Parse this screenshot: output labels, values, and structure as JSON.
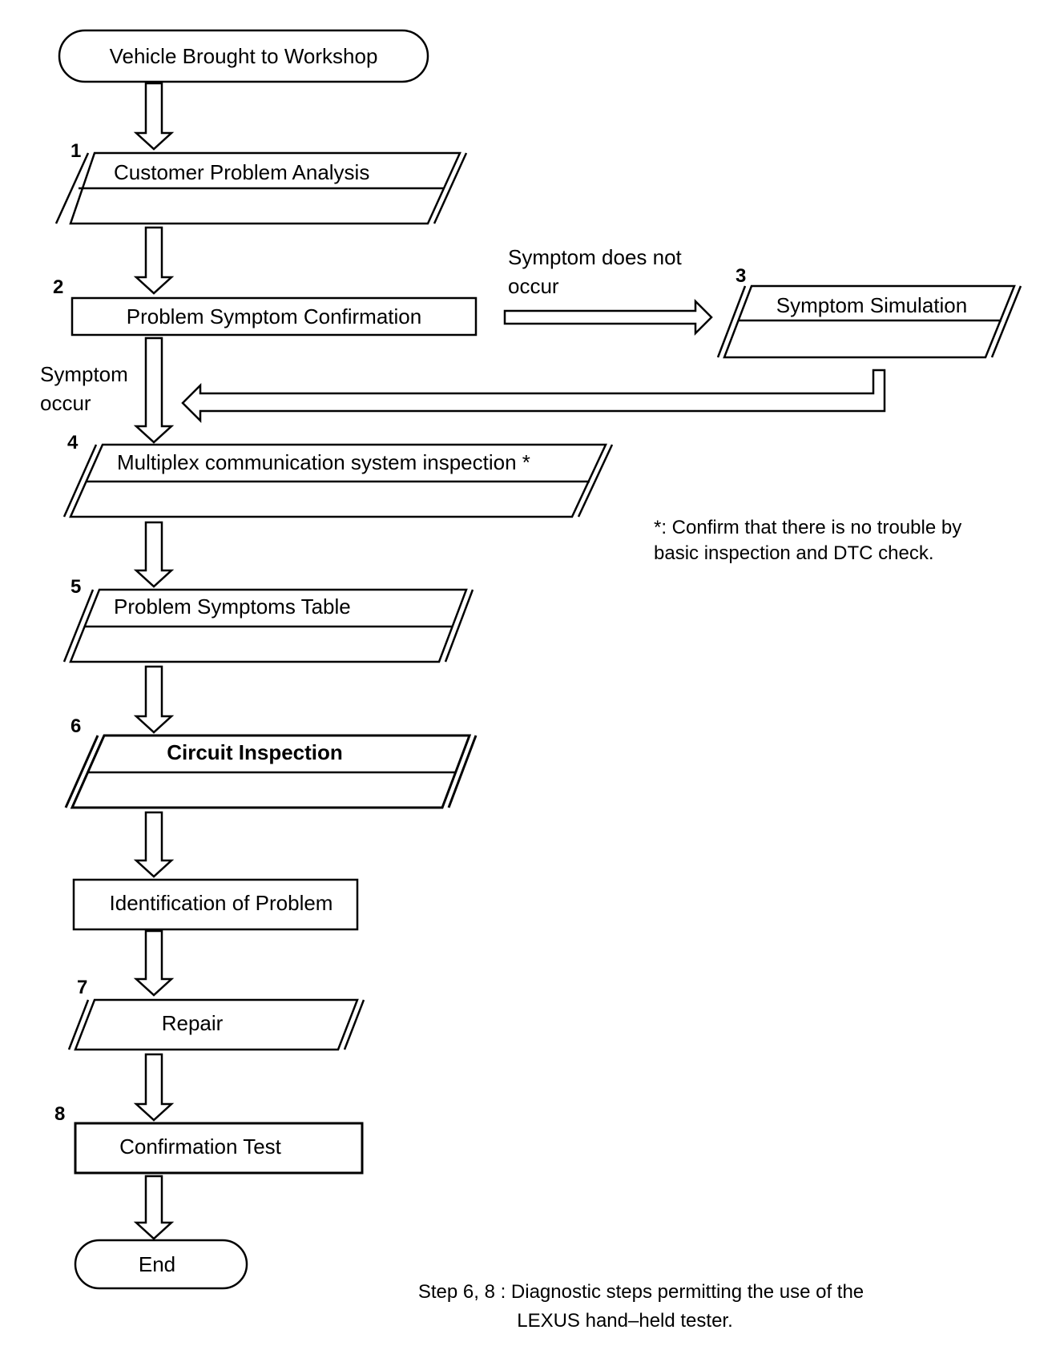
{
  "start": {
    "label": "Vehicle Brought to Workshop"
  },
  "steps": {
    "s1": {
      "number": "1",
      "label": "Customer Problem Analysis"
    },
    "s2": {
      "number": "2",
      "label": "Problem Symptom Confirmation"
    },
    "s3": {
      "number": "3",
      "label": "Symptom Simulation"
    },
    "s4": {
      "number": "4",
      "label": "Multiplex communication system inspection *"
    },
    "s5": {
      "number": "5",
      "label": "Problem Symptoms Table"
    },
    "s6": {
      "number": "6",
      "label": "Circuit Inspection"
    },
    "identification": {
      "label": "Identification of Problem"
    },
    "s7": {
      "number": "7",
      "label": "Repair"
    },
    "s8": {
      "number": "8",
      "label": "Confirmation Test"
    }
  },
  "end": {
    "label": "End"
  },
  "branches": {
    "not_occur": {
      "line1": "Symptom does not",
      "line2": "occur"
    },
    "occur": {
      "line1": "Symptom",
      "line2": "occur"
    }
  },
  "notes": {
    "asterisk": {
      "line1": "*: Confirm that there is no trouble by",
      "line2": "basic inspection and DTC check."
    },
    "tester": {
      "line1": "Step 6, 8 : Diagnostic steps permitting the use of the",
      "line2": "LEXUS hand–held tester."
    }
  }
}
